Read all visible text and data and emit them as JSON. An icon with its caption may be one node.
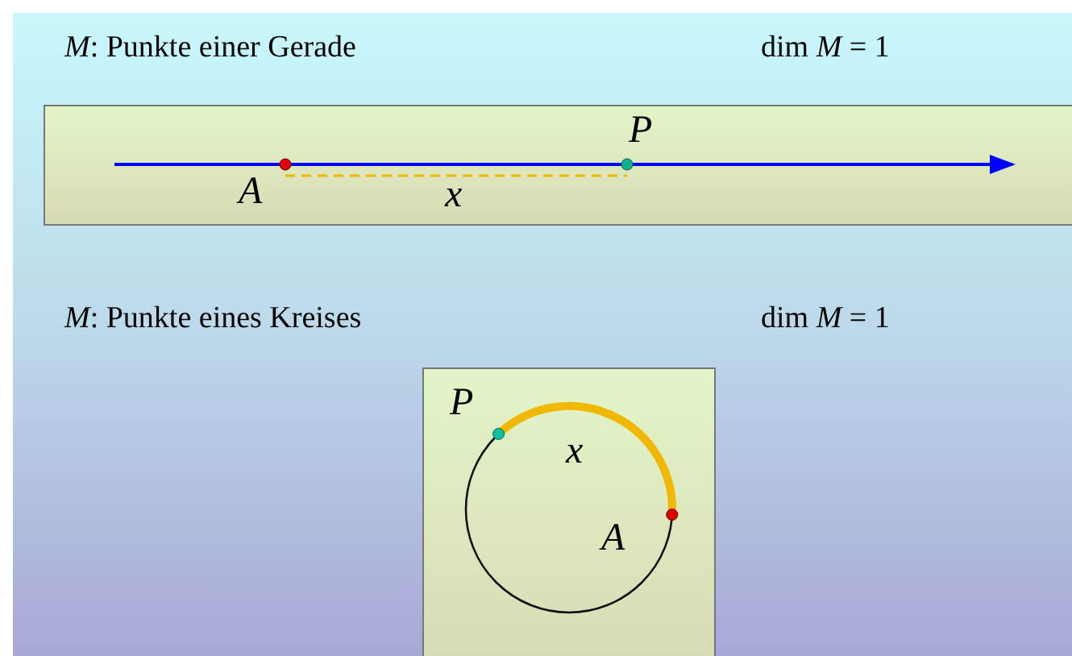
{
  "diagram": {
    "nodes": [
      {
        "text": [
          "P",
          "A",
          "x"
        ]
      },
      {
        "text": [
          "P",
          "x",
          "A"
        ]
      }
    ],
    "labels": [
      "*M*: Punkte einer Gerade",
      "dim *M* = 1",
      "*M*: Punkte eines Kreises",
      "dim *M* = 1"
    ]
  }
}
